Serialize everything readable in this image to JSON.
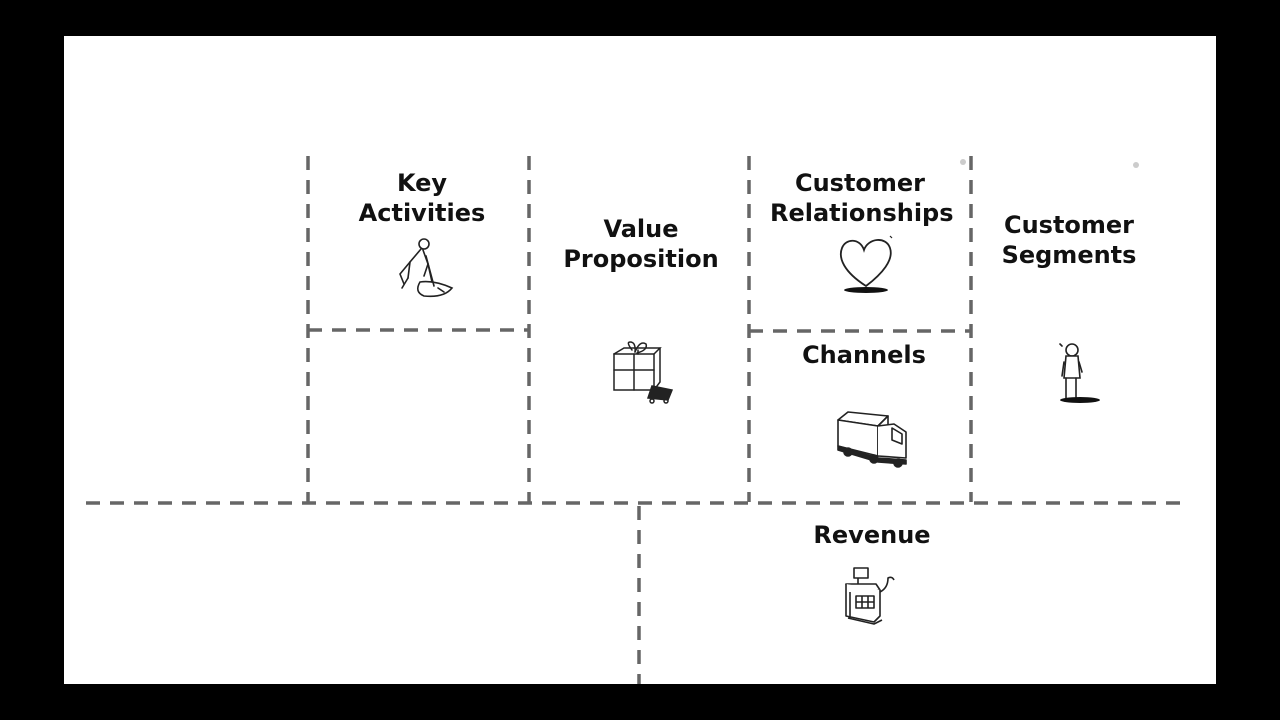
{
  "canvas": {
    "background_color": "#ffffff",
    "frame_color": "#000000",
    "line_color": "#666666"
  },
  "blocks": {
    "key_activities": {
      "line1": "Key",
      "line2": "Activities",
      "icon": "person-digging-icon"
    },
    "value_proposition": {
      "line1": "Value",
      "line2": "Proposition",
      "icon": "gift-box-cart-icon"
    },
    "customer_relationships": {
      "line1": "Customer",
      "line2": "Relationships",
      "icon": "heart-icon"
    },
    "channels": {
      "label": "Channels",
      "icon": "delivery-truck-icon"
    },
    "customer_segments": {
      "line1": "Customer",
      "line2": "Segments",
      "icon": "standing-person-icon"
    },
    "revenue": {
      "label": "Revenue",
      "icon": "cash-register-icon"
    }
  }
}
